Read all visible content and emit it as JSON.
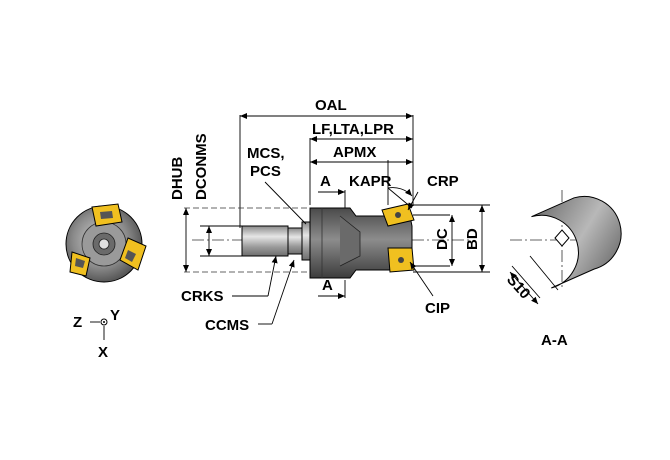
{
  "labels": {
    "oal": "OAL",
    "lf_lta_lpr": "LF,LTA,LPR",
    "apmx": "APMX",
    "mcs": "MCS,",
    "pcs": "PCS",
    "a_top": "A",
    "kapr": "KAPR",
    "crp": "CRP",
    "dhub": "DHUB",
    "dconms": "DCONMS",
    "dc": "DC",
    "bd": "BD",
    "a_bottom": "A",
    "crks": "CRKS",
    "ccms": "CCMS",
    "cip": "CIP",
    "s10": "S10",
    "section": "A-A"
  },
  "axes": {
    "z": "Z",
    "y": "Y",
    "x": "X"
  },
  "colors": {
    "insert": "#f0c020",
    "body_dark": "#555555",
    "body_light": "#b0b0b0",
    "line": "#000000"
  }
}
